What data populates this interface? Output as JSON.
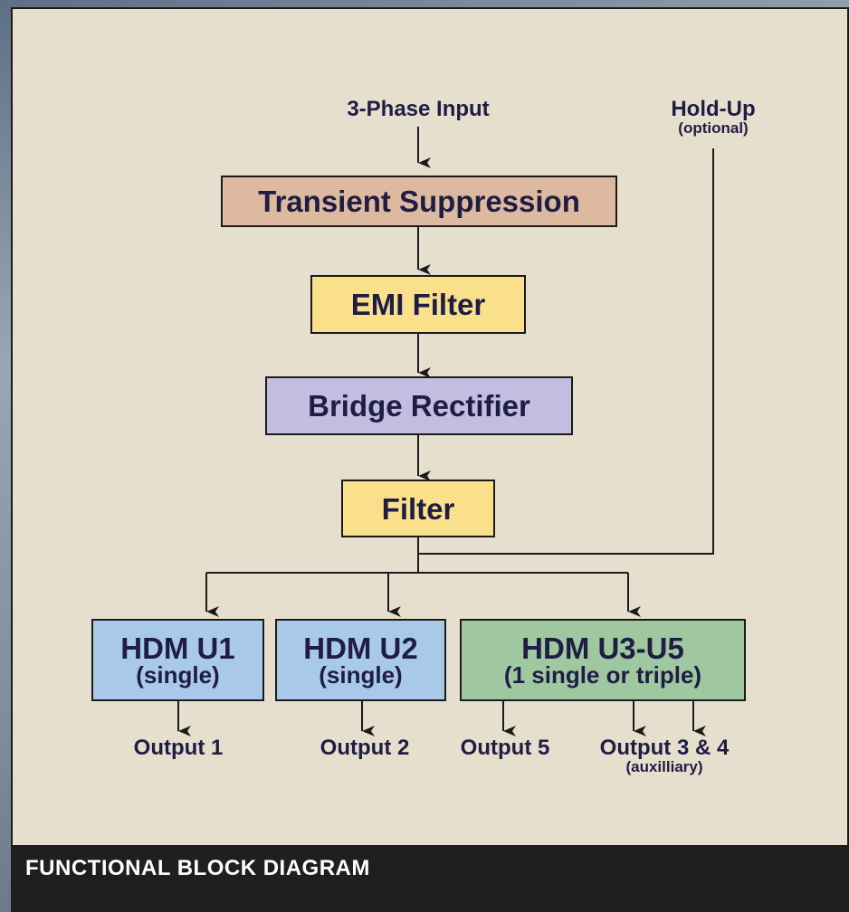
{
  "diagram": {
    "inputs": {
      "three_phase": "3-Phase Input",
      "hold_up": "Hold-Up",
      "hold_up_note": "(optional)"
    },
    "blocks": {
      "transient": "Transient Suppression",
      "emi": "EMI Filter",
      "bridge": "Bridge Rectifier",
      "filter": "Filter",
      "u1_title": "HDM U1",
      "u1_sub": "(single)",
      "u2_title": "HDM U2",
      "u2_sub": "(single)",
      "u3_title": "HDM U3-U5",
      "u3_sub": "(1 single or triple)"
    },
    "outputs": {
      "out1": "Output 1",
      "out2": "Output 2",
      "out5": "Output 5",
      "out34": "Output 3 & 4",
      "out34_note": "(auxilliary)"
    },
    "colors": {
      "transient": "#ddb99f",
      "yellow": "#fbe08c",
      "bridge": "#c2bde1",
      "blue": "#a9c9e9",
      "green": "#9fc8a0",
      "panel": "#e6dfcd"
    }
  },
  "footer": {
    "title": "FUNCTIONAL BLOCK DIAGRAM"
  }
}
